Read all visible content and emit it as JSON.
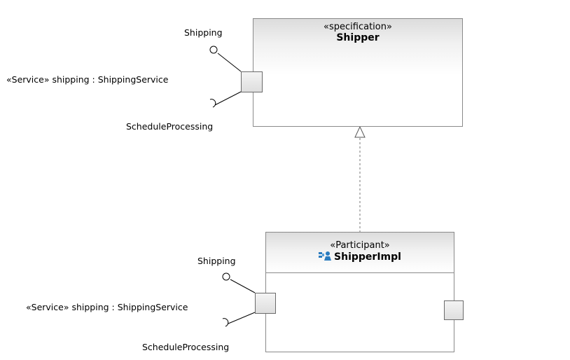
{
  "shipper": {
    "stereotype": "«specification»",
    "name": "Shipper",
    "port": {
      "label": "«Service» shipping : ShippingService",
      "provided": "Shipping",
      "required": "ScheduleProcessing"
    }
  },
  "shipper_impl": {
    "stereotype": "«Participant»",
    "name": "ShipperImpl",
    "icon": "participant-icon",
    "port": {
      "label": "«Service» shipping : ShippingService",
      "provided": "Shipping",
      "required": "ScheduleProcessing"
    }
  },
  "relationship": "realization",
  "colors": {
    "border": "#8a8a8a",
    "header_top": "#dcdcdc",
    "icon_blue": "#2a7bbf"
  }
}
